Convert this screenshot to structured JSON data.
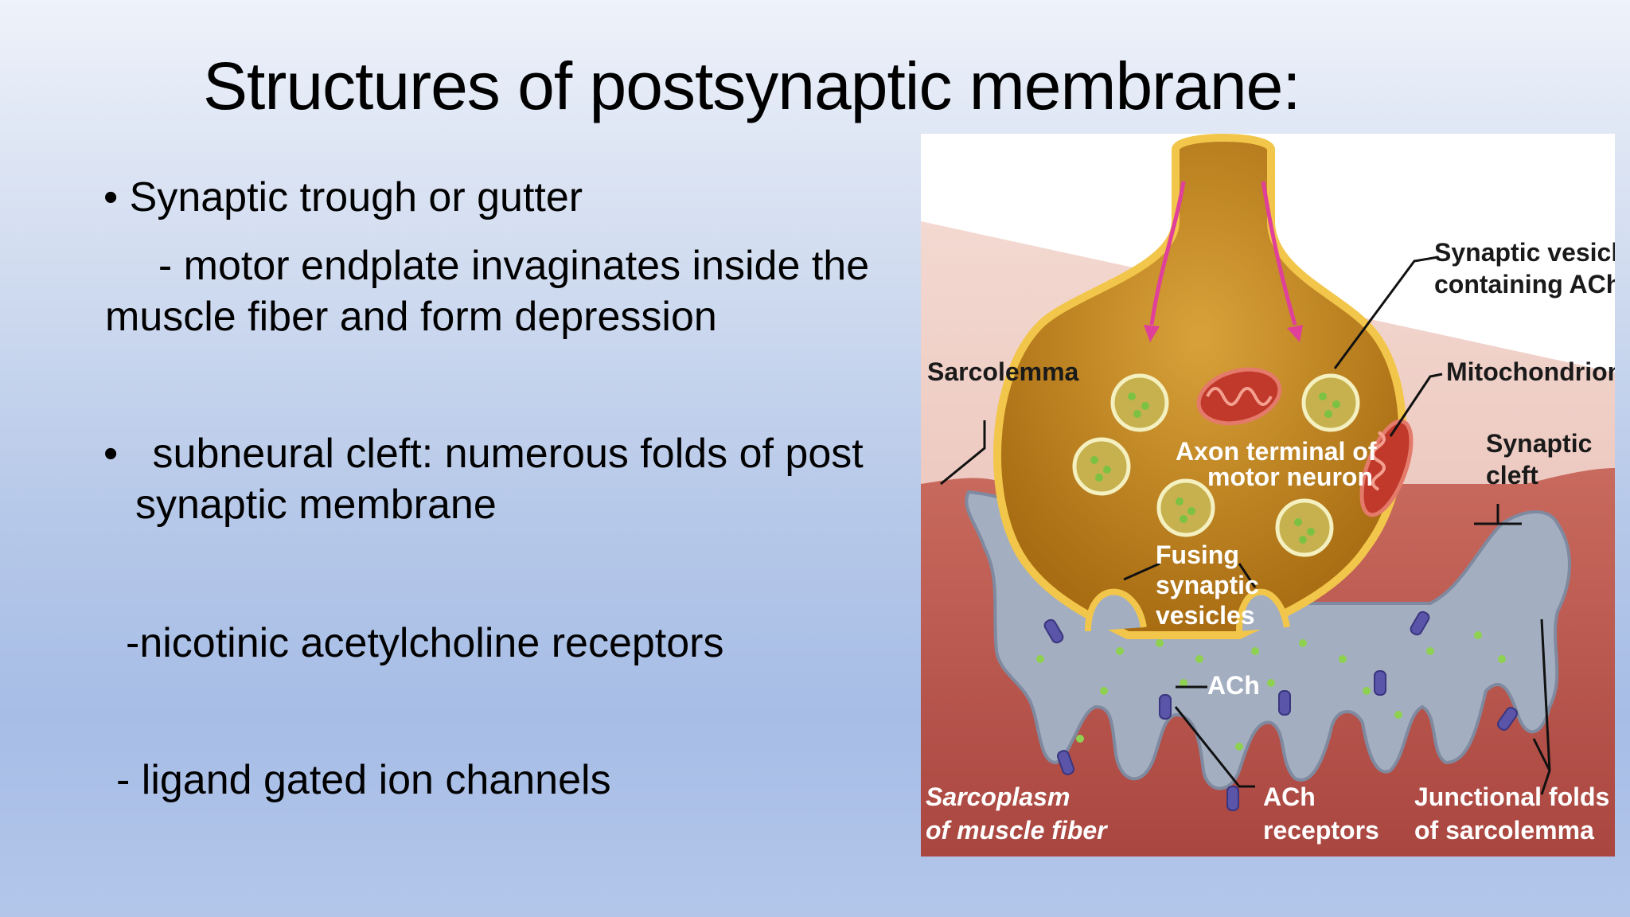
{
  "slide": {
    "title": "Structures of postsynaptic membrane:",
    "lines": [
      {
        "text": "• Synaptic trough or gutter"
      },
      {
        "text": "  - motor endplate invaginates inside the"
      },
      {
        "text": "muscle fiber and form depression"
      },
      {
        "text": "•   subneural cleft: numerous folds of post"
      },
      {
        "text": "synaptic membrane"
      },
      {
        "text": "-nicotinic acetylcholine receptors"
      },
      {
        "text": "- ligand gated ion channels"
      }
    ]
  },
  "diagram": {
    "labels": {
      "synaptic_vesicle": [
        "Synaptic vesicle",
        "containing ACh"
      ],
      "mitochondrion": "Mitochondrion",
      "synaptic_cleft": [
        "Synaptic",
        "cleft"
      ],
      "sarcolemma": "Sarcolemma",
      "axon_terminal": [
        "Axon terminal of",
        "motor neuron"
      ],
      "fusing": [
        "Fusing",
        "synaptic",
        "vesicles"
      ],
      "ach": "ACh",
      "sarcoplasm": [
        "Sarcoplasm",
        "of muscle fiber"
      ],
      "ach_receptors": [
        "ACh",
        "receptors"
      ],
      "junctional_folds": [
        "Junctional folds",
        "of sarcolemma"
      ]
    },
    "colors": {
      "terminal": "#c98a1e",
      "terminal_edge": "#f2c64a",
      "muscle": "#b8504a",
      "cleft": "#9aa6b8",
      "vesicle": "#bfa84a",
      "ach_dot": "#7cc242",
      "receptor": "#5a55a8",
      "arrow": "#e0409a"
    }
  }
}
